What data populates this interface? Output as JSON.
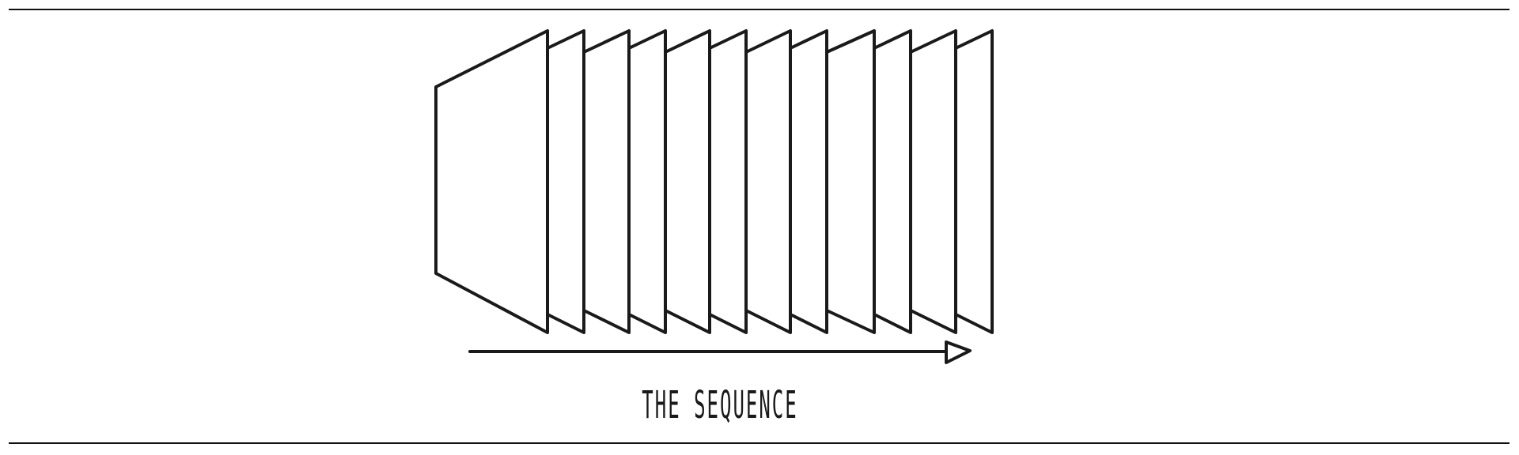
{
  "diagram": {
    "caption": "THE SEQUENCE",
    "frame_count": 12,
    "direction": "left-to-right",
    "arrow_icon": "arrow-right-icon",
    "line_color": "#1a1a1a",
    "background_color": "#ffffff"
  }
}
